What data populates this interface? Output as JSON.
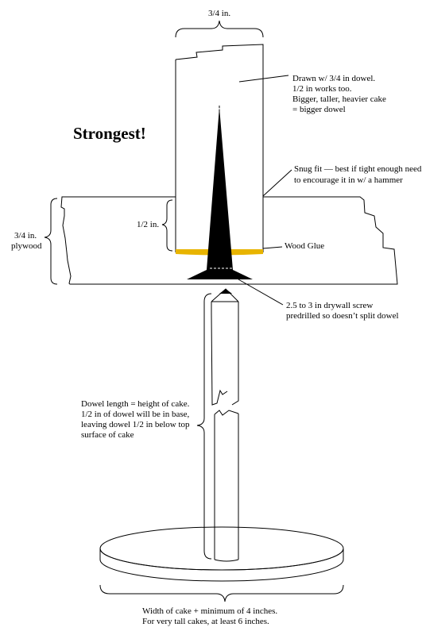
{
  "labels": {
    "dowel_width": "3/4 in.",
    "dowel_note": [
      "Drawn w/ 3/4 in dowel.",
      "1/2 in works too.",
      "Bigger, taller, heavier cake",
      "= bigger dowel"
    ],
    "strongest": "Strongest!",
    "snug_fit": [
      "Snug fit — best if tight enough need",
      "to encourage it in w/ a hammer"
    ],
    "plywood": [
      "3/4 in.",
      "plywood"
    ],
    "half_inch": "1/2 in.",
    "wood_glue": "Wood Glue",
    "screw": [
      "2.5 to 3 in drywall screw",
      "predrilled so doesn’t split dowel"
    ],
    "dowel_length": [
      "Dowel length = height of cake.",
      "1/2 in of dowel will be in base,",
      "leaving dowel 1/2 in below top",
      "surface of cake"
    ],
    "base_width": [
      "Width of cake + minimum of 4 inches.",
      "For very tall cakes, at least 6 inches."
    ]
  },
  "colors": {
    "glue": "#e8b400",
    "screw": "#000000",
    "line": "#000000"
  }
}
